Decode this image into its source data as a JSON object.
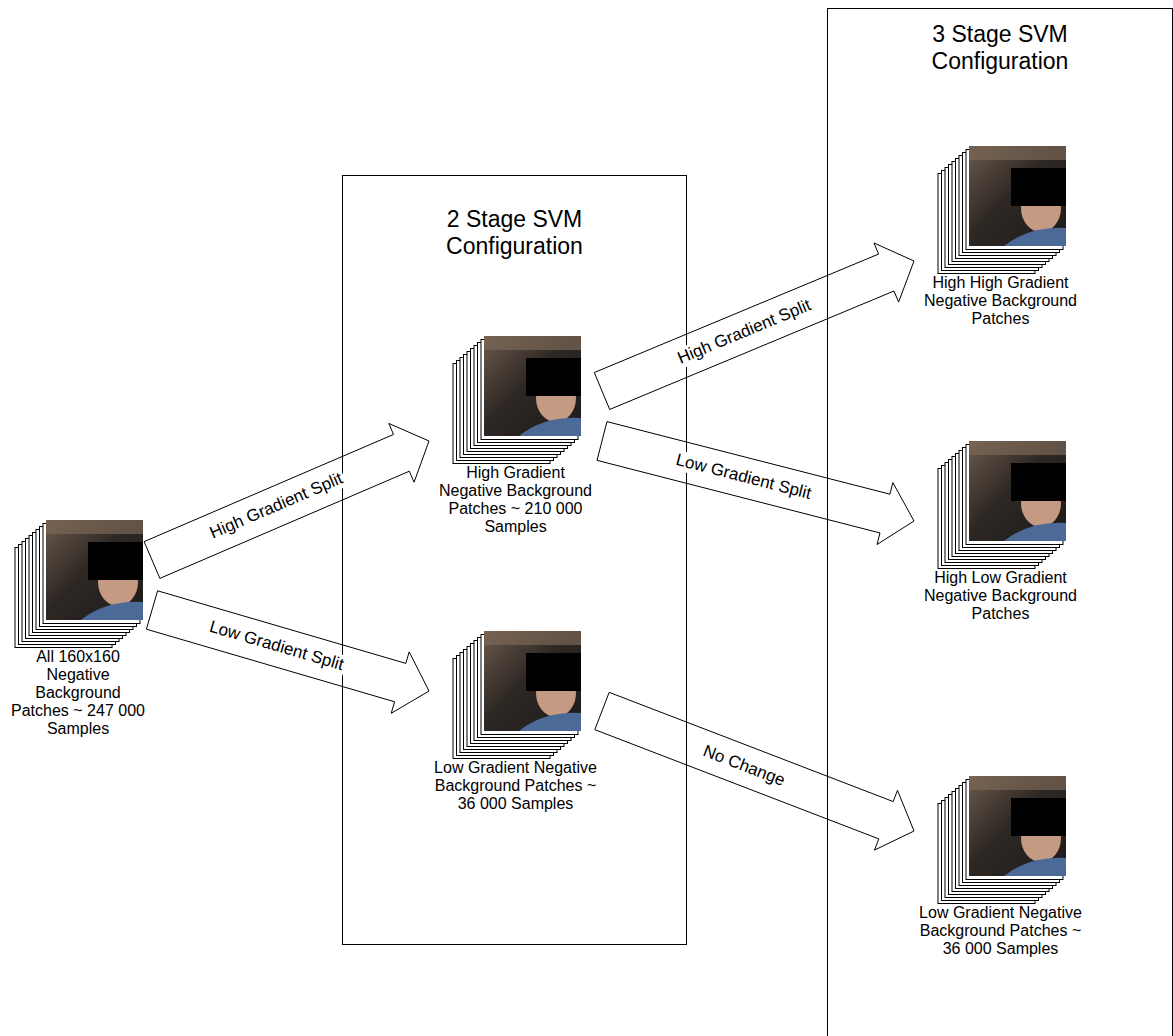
{
  "diagram": {
    "nodes": [
      {
        "text": [
          "All 160x160 Negative Background Patches ~ 247 000 Samples"
        ]
      },
      {
        "text": [
          "2 Stage SVM Configuration"
        ]
      },
      {
        "text": [
          "High Gradient Negative Background Patches ~ 210 000 Samples"
        ],
        "in": 1
      },
      {
        "text": [
          "Low Gradient Negative Background Patches ~ 36 000 Samples"
        ],
        "in": 1
      },
      {
        "text": [
          "3 Stage SVM Configuration"
        ]
      },
      {
        "text": [
          "High High Gradient Negative Background Patches"
        ],
        "in": 4
      },
      {
        "text": [
          "High Low Gradient Negative Background Patches"
        ],
        "in": 4
      },
      {
        "text": [
          "Low Gradient Negative Background Patches ~ 36 000 Samples"
        ],
        "in": 4
      }
    ],
    "edges": [
      {
        "from": 0,
        "to": 2,
        "label": "High Gradient Split",
        "arrow": "to"
      },
      {
        "from": 0,
        "to": 3,
        "label": "Low Gradient Split",
        "arrow": "to"
      },
      {
        "from": 2,
        "to": 5,
        "label": "High Gradient Split",
        "arrow": "to"
      },
      {
        "from": 2,
        "to": 6,
        "label": "Low Gradient Split",
        "arrow": "to"
      },
      {
        "from": 3,
        "to": 7,
        "label": "No Change",
        "arrow": "to"
      }
    ]
  }
}
